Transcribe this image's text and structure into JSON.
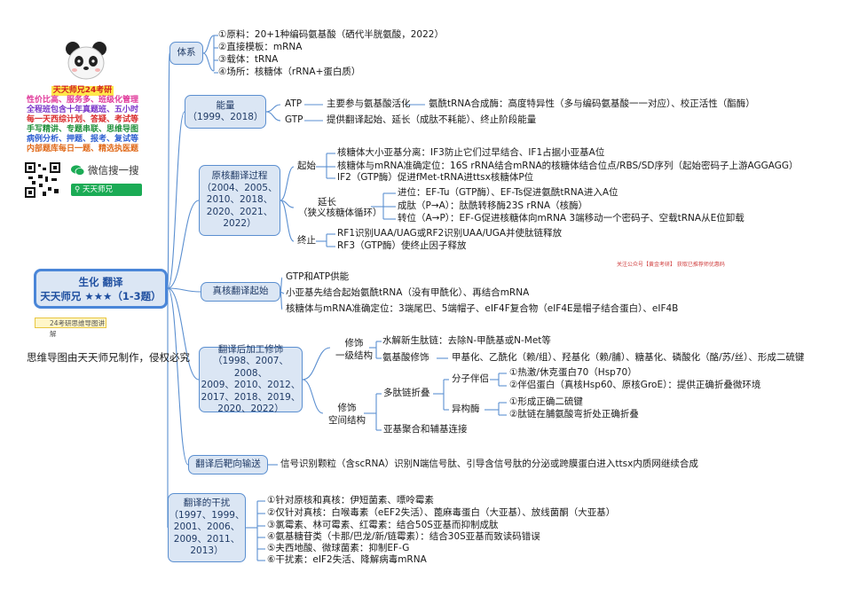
{
  "root": {
    "line1": "生化 翻译",
    "line2": "天天师兄 ★★★（1-3题）"
  },
  "badge": "24考研思维导图讲解",
  "copyright": "思维导图由天天师兄制作，侵权必究",
  "promo": {
    "title": "天天师兄24考研",
    "lines": [
      "性价比高、服务多、班级化管理",
      "全程班包含十年真题班、五小时",
      "每一天西综计划、答疑、考试等",
      "手写精讲、专题串联、思维导图",
      "病例分析、押题、报考、复试等",
      "内部题库每日一题、精选执医题"
    ],
    "colors": [
      "#d92b2b",
      "#e0399a",
      "#7a35c8",
      "#2d5fd0",
      "#1f8f3a",
      "#2d5fd0",
      "#e06a1a"
    ]
  },
  "wechat": {
    "label": "微信搜一搜",
    "search_text": "天天师兄"
  },
  "watermark": "关注公众号【黄金考研】 获取已推荐师优惠码",
  "sections": {
    "tixi": {
      "title": "体系",
      "items": [
        "①原料：20+1种编码氨基酸（硒代半胱氨酸，2022）",
        "②直接模板：mRNA",
        "③载体：tRNA",
        "④场所：核糖体（rRNA+蛋白质）"
      ]
    },
    "neng": {
      "title": "能量",
      "years": "（1999、2018）",
      "atp_label": "ATP",
      "atp_desc": "主要参与氨基酸活化",
      "atp_enzyme": "氨酰tRNA合成酶：高度特异性（多与编码氨基酸一一对应）、校正活性（酯酶）",
      "gtp_label": "GTP",
      "gtp_desc": "提供翻译起始、延长（成肽不耗能）、终止阶段能量"
    },
    "yuanhe": {
      "title": "原核翻译过程",
      "years": [
        "（2004、2005、",
        "2010、2018、",
        "2020、2021、",
        "2022）"
      ],
      "qishi": "起始",
      "qishi_items": [
        "核糖体大小亚基分离：IF3防止它们过早结合、IF1占据小亚基A位",
        "核糖体与mRNA准确定位：16S rRNA结合mRNA的核糖体结合位点/RBS/SD序列（起始密码子上游AGGAGG）",
        "IF2（GTP酶）促进fMet-tRNA进ttsx核糖体P位"
      ],
      "yanchang": "延长",
      "yanchang_sub": "（狭义核糖体循环）",
      "yanchang_items": [
        "进位：EF-Tu（GTP酶）、EF-Ts促进氨酰tRNA进入A位",
        "成肽（P→A）：肽酰转移酶23S rRNA（核酶）",
        "转位（A→P）：EF-G促进核糖体向mRNA 3端移动一个密码子、空载tRNA从E位卸载"
      ],
      "zhongzhi": "终止",
      "zhongzhi_items": [
        "RF1识别UAA/UAG或RF2识别UAA/UGA并使肽链释放",
        "RF3（GTP酶）使终止因子释放"
      ]
    },
    "zhenhe": {
      "title": "真核翻译起始",
      "items": [
        "GTP和ATP供能",
        "小亚基先结合起始氨酰tRNA（没有甲酰化）、再结合mRNA",
        "核糖体与mRNA准确定位：3端尾巴、5端帽子、eIF4F复合物（eIF4E是帽子结合蛋白）、eIF4B"
      ]
    },
    "xiushi": {
      "title": "翻译后加工修饰",
      "years": [
        "（1998、2007、2008、",
        "2009、2010、2012、",
        "2017、2018、2019、",
        "2020、2022）"
      ],
      "yiji": [
        "修饰",
        "一级结构"
      ],
      "yiji_items": [
        "水解新生肽链：去除N-甲酰基或N-Met等",
        "氨基酸修饰"
      ],
      "aa_mod": "甲基化、乙酰化（赖/组）、羟基化（赖/脯）、糖基化、磷酸化（酪/苏/丝）、形成二硫键",
      "kongjian": [
        "修饰",
        "空间结构"
      ],
      "zhedie": "多肽链折叠",
      "fenzi": "分子伴侣",
      "fenzi_items": [
        "①热激/休克蛋白70（Hsp70）",
        "②伴侣蛋白（真核Hsp60、原核GroE）：提供正确折叠微环境"
      ],
      "yigou": "异构酶",
      "yigou_items": [
        "①形成正确二硫键",
        "②肽链在脯氨酸弯折处正确折叠"
      ],
      "juhe": "亚基聚合和辅基连接"
    },
    "bakao": {
      "title": "翻译后靶向输送",
      "desc": "信号识别颗粒（含scRNA）识别N端信号肽、引导含信号肽的分泌或跨膜蛋白进入ttsx内质网继续合成"
    },
    "ganrao": {
      "title": "翻译的干扰",
      "years": [
        "（1997、1999、",
        "2001、2006、",
        "2009、2011、",
        "2013）"
      ],
      "items": [
        "①针对原核和真核：伊短菌素、嘌呤霉素",
        "②仅针对真核：白喉毒素（eEF2失活）、蓖麻毒蛋白（大亚基）、放线菌酮（大亚基）",
        "③氯霉素、林可霉素、红霉素：结合50S亚基而抑制成肽",
        "④氨基糖苷类（卡那/巴龙/新/链霉素）：结合30S亚基而致读码错误",
        "⑤夫西地酸、微球菌素：抑制EF-G",
        "⑥干扰素：eIF2失活、降解病毒mRNA"
      ]
    }
  }
}
